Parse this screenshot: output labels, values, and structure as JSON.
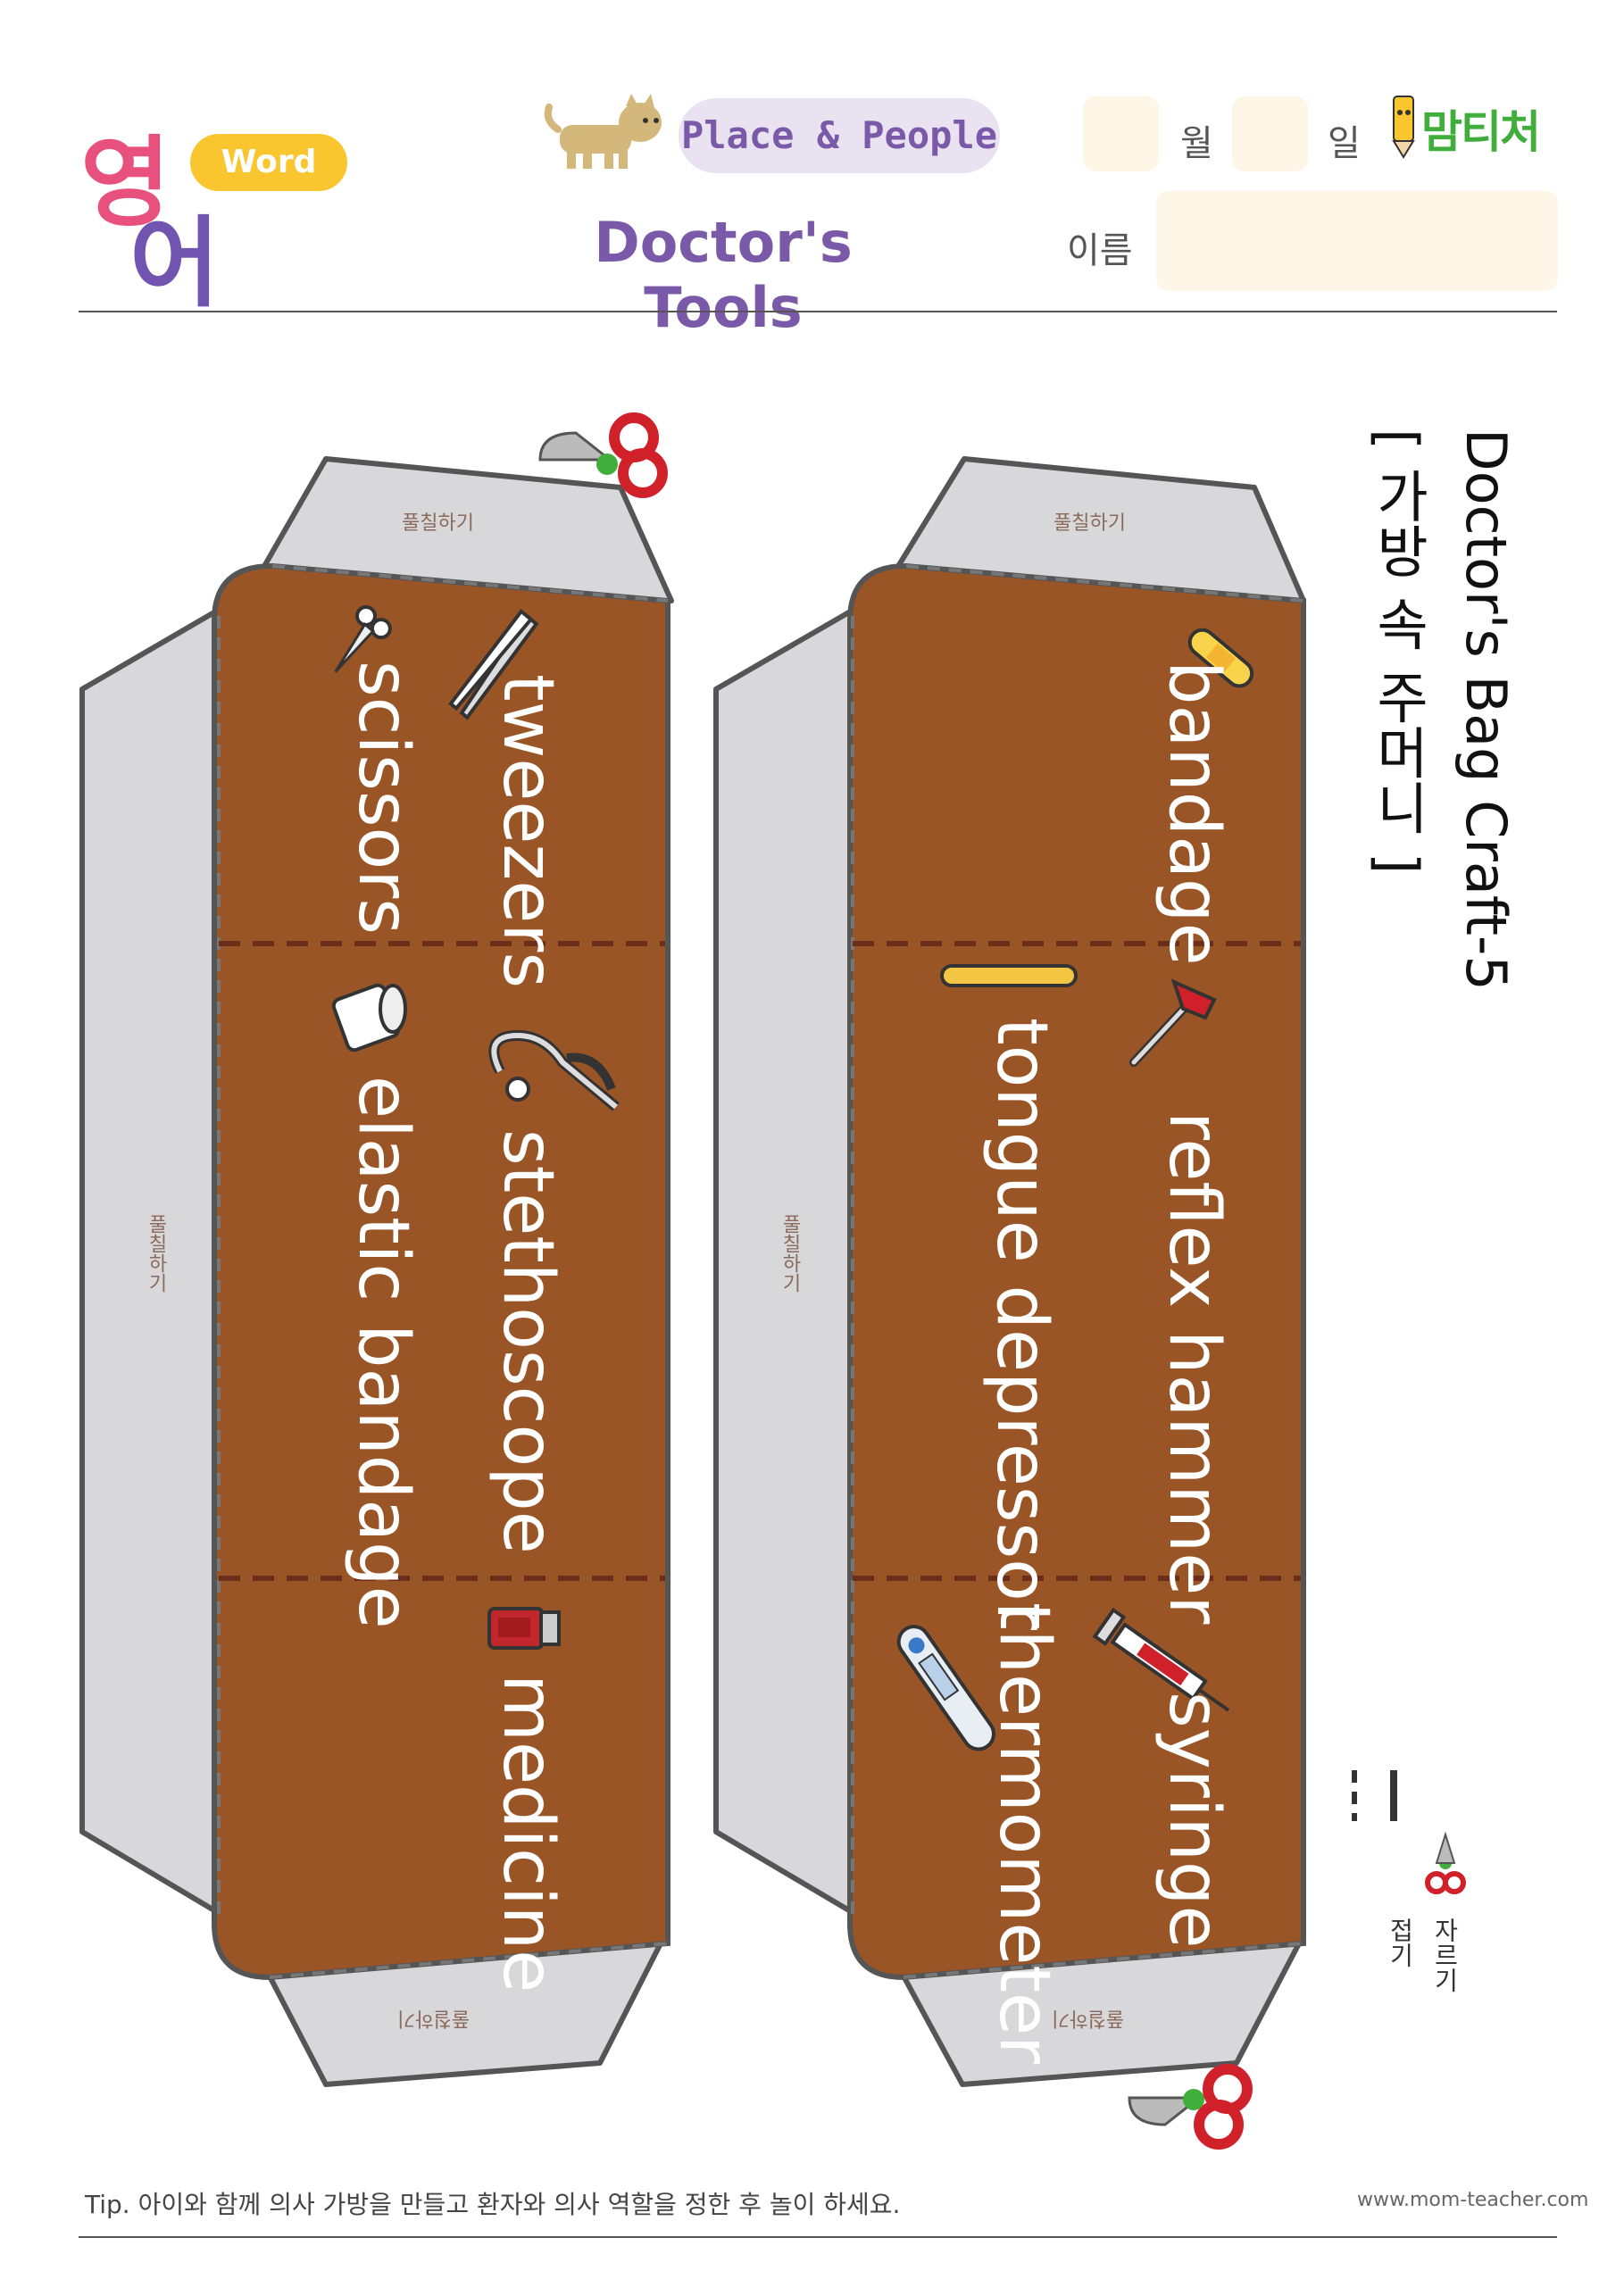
{
  "header": {
    "logo_word": "Word",
    "logo_korean": [
      "영",
      "어"
    ],
    "category": "Place & People",
    "title": "Doctor's Tools",
    "month_label": "월",
    "day_label": "일",
    "name_label": "이름",
    "brand": "맘티처"
  },
  "heading": {
    "main": "Doctor's Bag Craft-5",
    "sub": "[ 가방 속 주머니 ]"
  },
  "glue_label": "풀칠하기",
  "left_panel": {
    "words": [
      "tweezers",
      "scissors",
      "stethoscope",
      "elastic bandage",
      "medicine"
    ]
  },
  "right_panel": {
    "words": [
      "bandage",
      "reflex hammer",
      "tongue depressor",
      "syringe",
      "thermometer"
    ]
  },
  "legend": {
    "cut": "자르기",
    "fold": "접기"
  },
  "footer": {
    "tip": "Tip. 아이와 함께 의사 가방을 만들고 환자와 의사 역할을 정한 후 놀이 하세요.",
    "site": "www.mom-teacher.com"
  },
  "colors": {
    "brown": "#9a5526",
    "gray": "#d8d8da",
    "outline": "#555555",
    "fold_line": "#6a2e1a",
    "purple": "#7a5aa8",
    "pink": "#e8517e",
    "yellow": "#f9c62f"
  }
}
